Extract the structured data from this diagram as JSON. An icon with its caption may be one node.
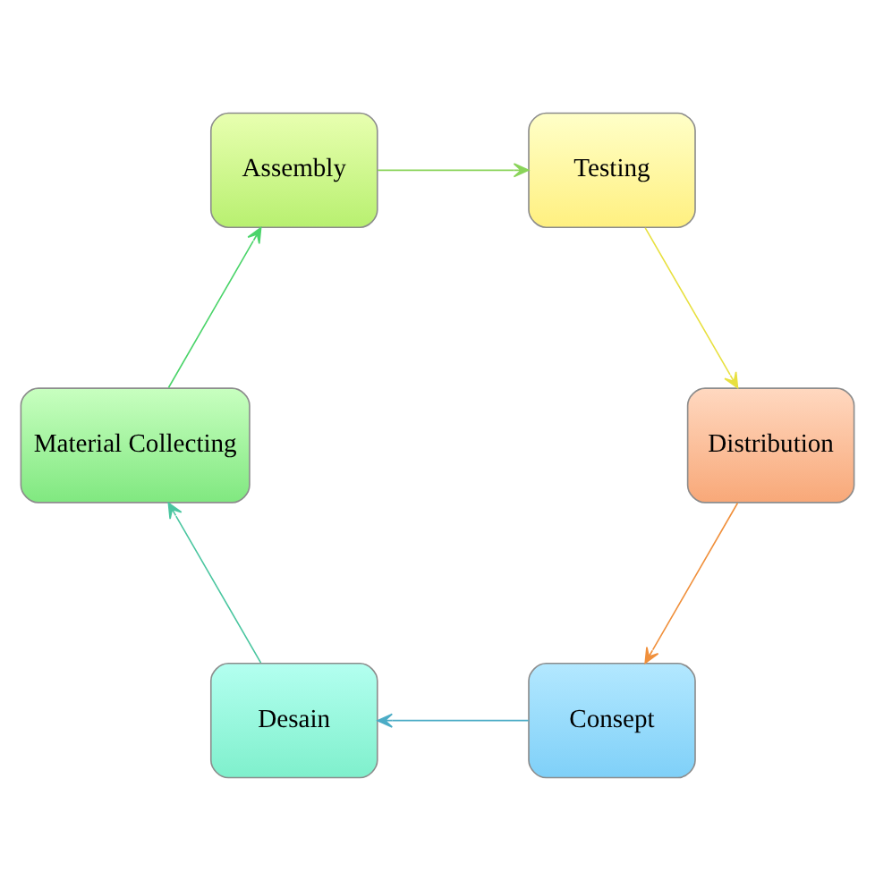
{
  "diagram": {
    "nodes": [
      {
        "text": [
          "Consept"
        ]
      },
      {
        "text": [
          "Desain"
        ]
      },
      {
        "text": [
          "Material Collecting"
        ]
      },
      {
        "text": [
          "Assembly"
        ]
      },
      {
        "text": [
          "Testing"
        ]
      },
      {
        "text": [
          "Distribution"
        ]
      }
    ],
    "edges": [
      {
        "from": 0,
        "to": 1,
        "arrow": "to",
        "color": "#4bacc6"
      },
      {
        "from": 1,
        "to": 2,
        "arrow": "to",
        "color": "#4bc6a0"
      },
      {
        "from": 2,
        "to": 3,
        "arrow": "to",
        "color": "#4bd46a"
      },
      {
        "from": 3,
        "to": 4,
        "arrow": "to",
        "color": "#8ad45a"
      },
      {
        "from": 4,
        "to": 5,
        "arrow": "to",
        "color": "#e8e040"
      },
      {
        "from": 5,
        "to": 0,
        "arrow": "to",
        "color": "#f0903c"
      }
    ]
  }
}
